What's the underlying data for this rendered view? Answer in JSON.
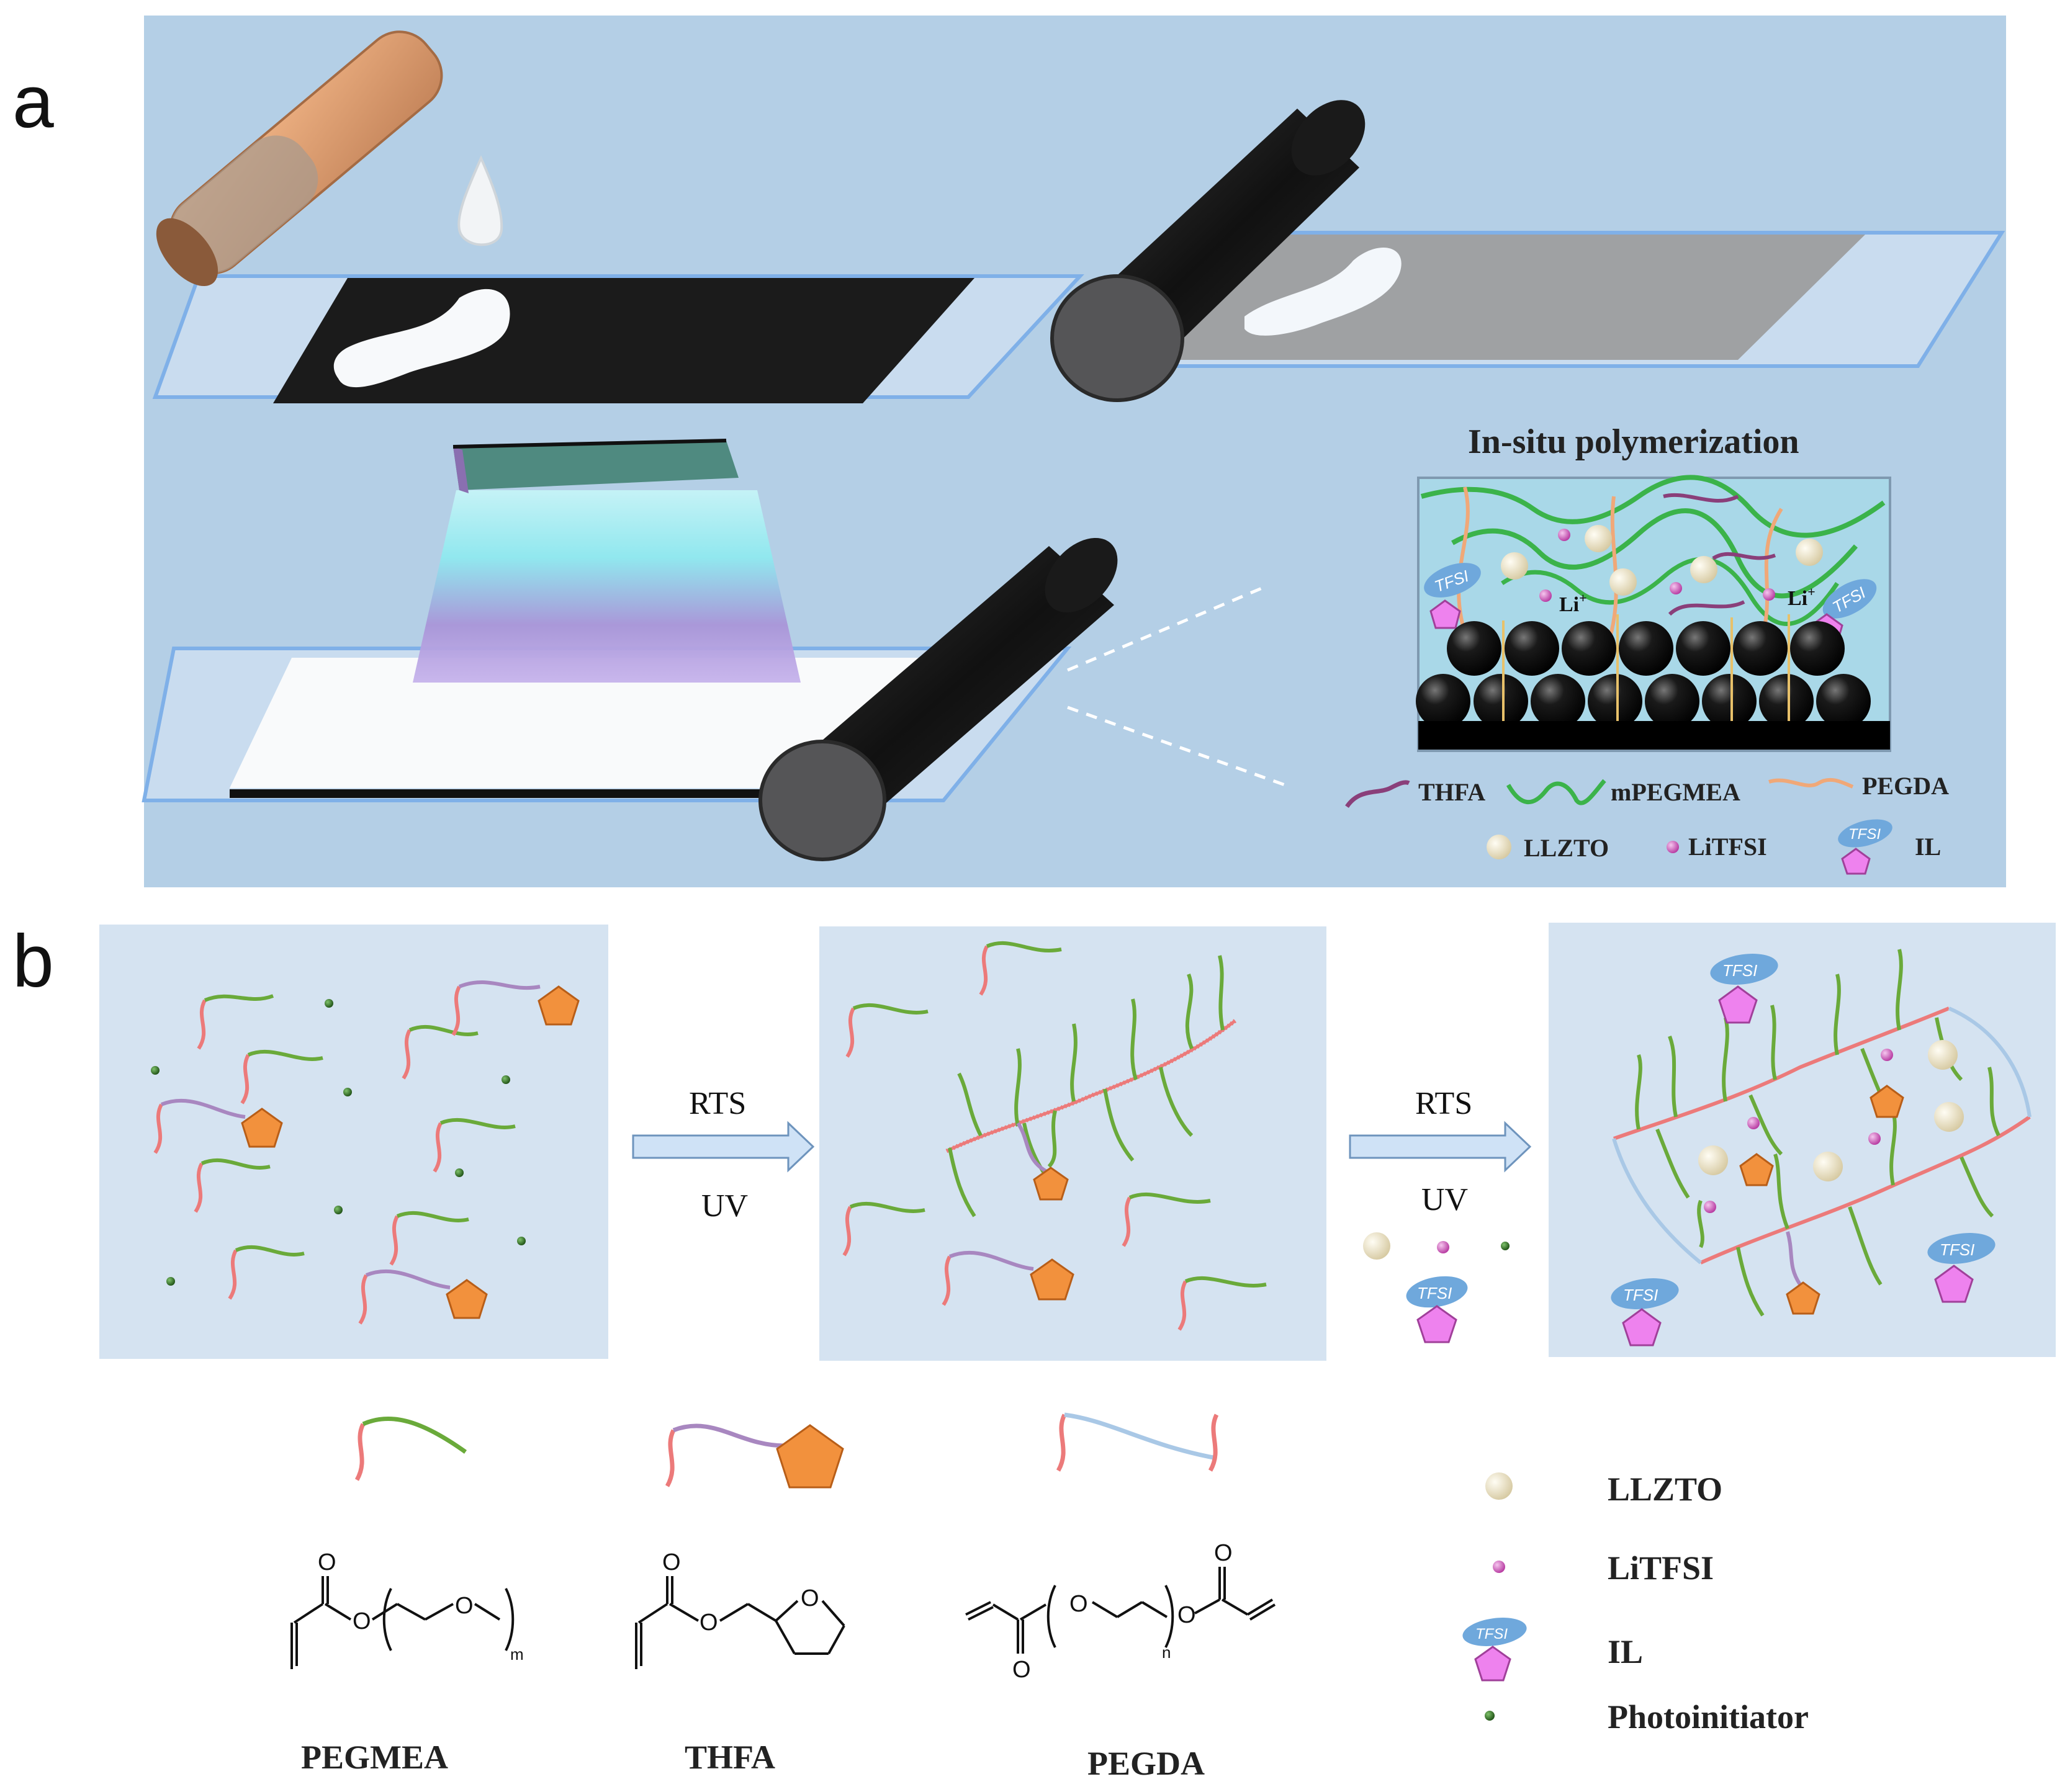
{
  "panels": {
    "a": "a",
    "b": "b"
  },
  "inset": {
    "title": "In-situ polymerization",
    "li_label": "Li",
    "li_charge": "+"
  },
  "legend_a": {
    "thfa": "THFA",
    "mpegmea": "mPEGMEA",
    "pegda": "PEGDA",
    "llzto": "LLZTO",
    "litfsi": "LiTFSI",
    "il": "IL",
    "tfsi_tag": "TFSI"
  },
  "arrows": [
    {
      "top": "RTS",
      "bottom": "UV"
    },
    {
      "top": "RTS",
      "bottom": "UV"
    }
  ],
  "molecules": [
    {
      "name": "PEGMEA",
      "subscript": "m"
    },
    {
      "name": "THFA"
    },
    {
      "name": "PEGDA",
      "subscript": "n"
    }
  ],
  "atoms": {
    "oxygen": "O"
  },
  "legend_b": {
    "llzto": "LLZTO",
    "litfsi": "LiTFSI",
    "il": "IL",
    "photoinitiator": "Photoinitiator"
  },
  "colors": {
    "panel_bg": "#b4cfe6",
    "light_bg": "#d5e3f1",
    "peg_chain": "#6aaa3a",
    "acrylate": "#ec7a7a",
    "thfa_linker": "#a887c0",
    "ring": "#f2913d",
    "llzto": "#f4ead0",
    "litfsi": "#d45fc6",
    "il_cation": "#ee82ee",
    "tfsi": "#6fa8dc",
    "photoinitiator": "#2d6a1e",
    "electrode": "#111111"
  }
}
